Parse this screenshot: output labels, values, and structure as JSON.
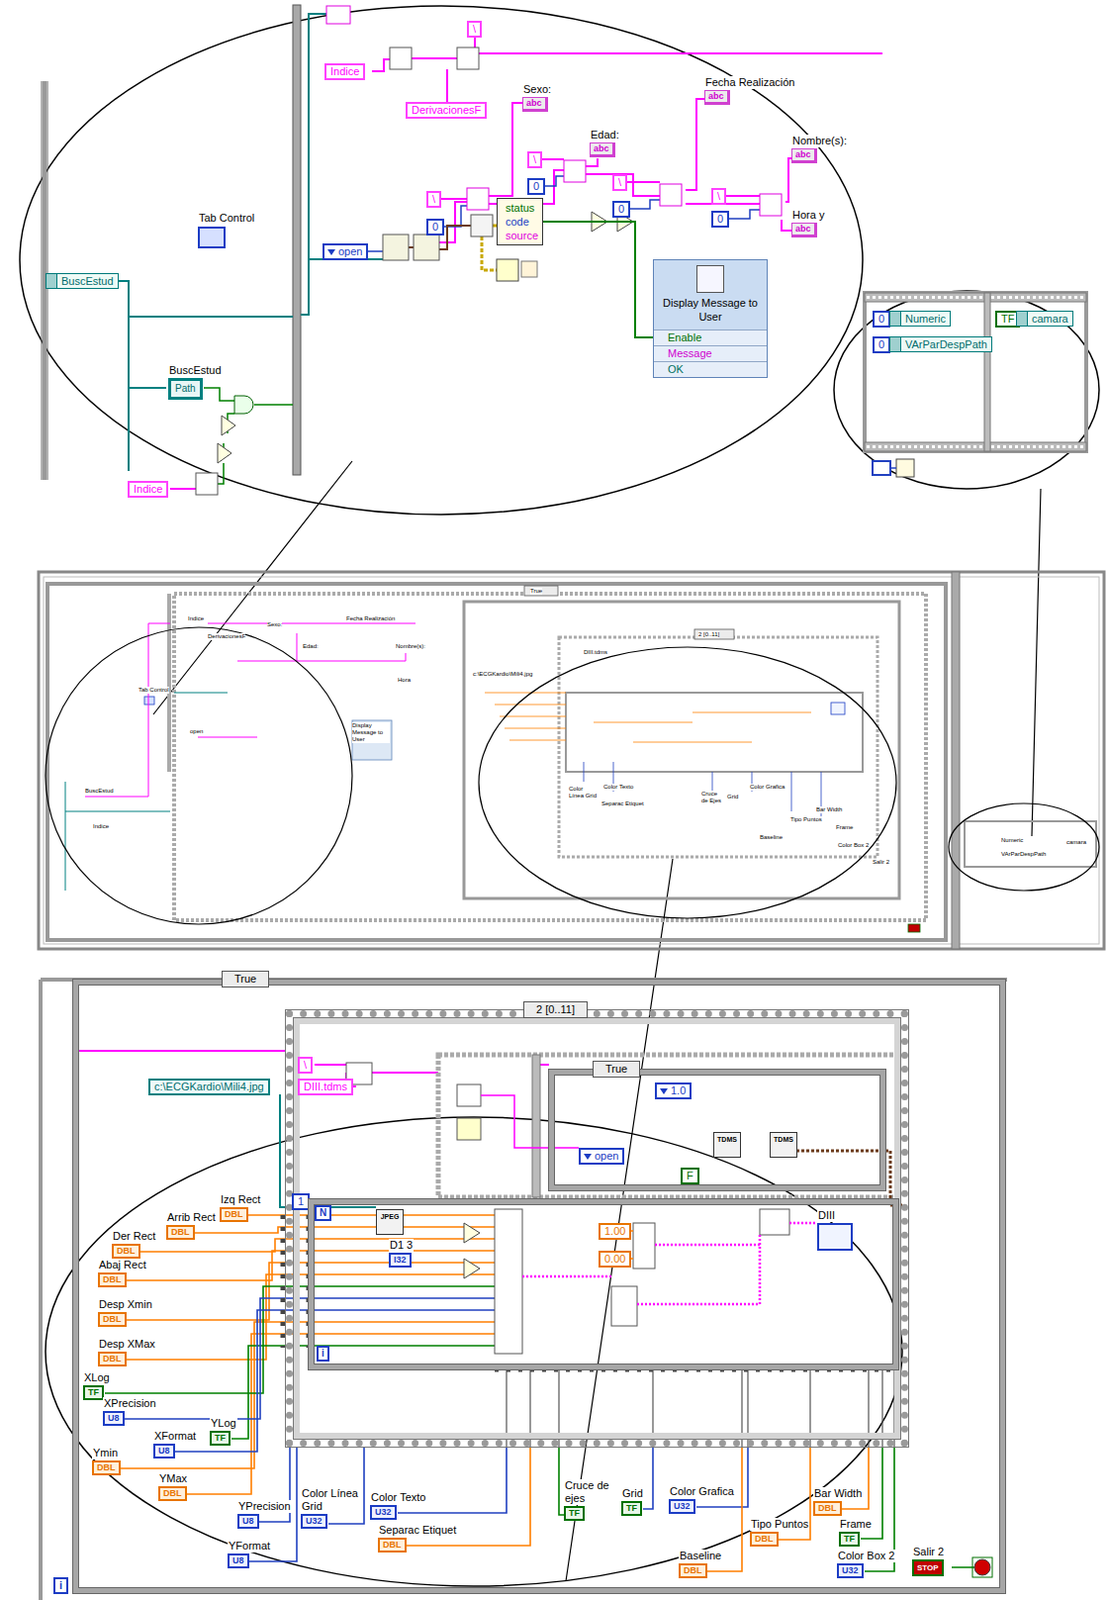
{
  "diagram": {
    "nodes": [
      {
        "text": [
          "Indice"
        ]
      },
      {
        "text": [
          "\\"
        ]
      },
      {
        "text": [
          "DerivacionesF"
        ]
      },
      {
        "text": [
          "Sexo:",
          "abc"
        ]
      },
      {
        "text": [
          "Edad:",
          "abc"
        ]
      },
      {
        "text": [
          "Fecha Realización",
          "abc"
        ]
      },
      {
        "text": [
          "Nombre(s):",
          "abc"
        ]
      },
      {
        "text": [
          "Hora y",
          "abc"
        ]
      },
      {
        "text": [
          "\\"
        ]
      },
      {
        "text": [
          "0"
        ]
      },
      {
        "text": [
          "\\"
        ]
      },
      {
        "text": [
          "0"
        ]
      },
      {
        "text": [
          "\\"
        ]
      },
      {
        "text": [
          "0"
        ]
      },
      {
        "text": [
          "\\"
        ]
      },
      {
        "text": [
          "0"
        ]
      },
      {
        "text": [
          "Tab Control"
        ]
      },
      {
        "text": [
          "BuscEstud"
        ]
      },
      {
        "text": [
          "BuscEstud",
          "Path"
        ]
      },
      {
        "text": [
          "Indice"
        ]
      },
      {
        "text": [
          "open"
        ]
      },
      {
        "text": [
          "status",
          "code",
          "source"
        ]
      },
      {
        "text": [
          "Display Message to User",
          "Enable",
          "Message",
          "OK"
        ]
      },
      {
        "text": [
          "0"
        ]
      },
      {
        "text": [
          "Numeric"
        ]
      },
      {
        "text": [
          "0"
        ]
      },
      {
        "text": [
          "VArParDespPath"
        ]
      },
      {
        "text": [
          "TF"
        ]
      },
      {
        "text": [
          "camara"
        ]
      },
      {
        "text": [
          "i"
        ]
      },
      {
        "text": [
          "True"
        ]
      },
      {
        "text": [
          "2 [0..11]"
        ],
        "in": 30
      },
      {
        "text": [
          "\\"
        ],
        "in": 31
      },
      {
        "text": [
          "DIII.tdms"
        ],
        "in": 31
      },
      {
        "text": [
          "True"
        ],
        "in": 31
      },
      {
        "text": [
          "1.0"
        ],
        "in": 34
      },
      {
        "text": [
          "TDMS"
        ],
        "in": 34
      },
      {
        "text": [
          "TDMS"
        ],
        "in": 34
      },
      {
        "text": [
          "open"
        ],
        "in": 34
      },
      {
        "text": [
          "F"
        ],
        "in": 34
      },
      {
        "text": [
          "1"
        ],
        "in": 31
      },
      {
        "text": [
          "N",
          "i"
        ],
        "in": 31
      },
      {
        "text": [
          "JPEG"
        ],
        "in": 41
      },
      {
        "text": [
          "D1 3",
          "I32"
        ],
        "in": 41
      },
      {
        "text": [
          "1.00"
        ],
        "in": 41
      },
      {
        "text": [
          "0.00"
        ],
        "in": 41
      },
      {
        "text": [
          "DIII"
        ],
        "in": 41
      },
      {
        "text": [
          "c:\\ECGKardio\\Mili4.jpg"
        ],
        "in": 30
      },
      {
        "text": [
          "Izq Rect",
          "DBL"
        ],
        "in": 30
      },
      {
        "text": [
          "Arrib Rect",
          "DBL"
        ],
        "in": 30
      },
      {
        "text": [
          "Der Rect",
          "DBL"
        ],
        "in": 30
      },
      {
        "text": [
          "Abaj Rect",
          "DBL"
        ],
        "in": 30
      },
      {
        "text": [
          "Desp Xmin",
          "DBL"
        ],
        "in": 30
      },
      {
        "text": [
          "Desp XMax",
          "DBL"
        ],
        "in": 30
      },
      {
        "text": [
          "XLog",
          "TF"
        ],
        "in": 30
      },
      {
        "text": [
          "XPrecision",
          "U8"
        ],
        "in": 30
      },
      {
        "text": [
          "XFormat",
          "U8"
        ],
        "in": 30
      },
      {
        "text": [
          "Ymin",
          "DBL"
        ],
        "in": 30
      },
      {
        "text": [
          "YMax",
          "DBL"
        ],
        "in": 30
      },
      {
        "text": [
          "YLog",
          "TF"
        ],
        "in": 30
      },
      {
        "text": [
          "YPrecision",
          "U8"
        ],
        "in": 30
      },
      {
        "text": [
          "YFormat",
          "U8"
        ],
        "in": 30
      },
      {
        "text": [
          "Color Línea Grid",
          "U32"
        ],
        "in": 30
      },
      {
        "text": [
          "Color Texto",
          "U32"
        ],
        "in": 30
      },
      {
        "text": [
          "Separac Etiquet",
          "DBL"
        ],
        "in": 30
      },
      {
        "text": [
          "Cruce de ejes",
          "TF"
        ],
        "in": 30
      },
      {
        "text": [
          "Grid",
          "TF"
        ],
        "in": 30
      },
      {
        "text": [
          "Color Grafica",
          "U32"
        ],
        "in": 30
      },
      {
        "text": [
          "Baseline",
          "DBL"
        ],
        "in": 30
      },
      {
        "text": [
          "Tipo Puntos",
          "DBL"
        ],
        "in": 30
      },
      {
        "text": [
          "Bar Width",
          "DBL"
        ],
        "in": 30
      },
      {
        "text": [
          "Frame",
          "TF"
        ],
        "in": 30
      },
      {
        "text": [
          "Color Box 2",
          "U32"
        ],
        "in": 30
      },
      {
        "text": [
          "Salir 2",
          "STOP"
        ],
        "in": 30
      }
    ],
    "edges": [
      {
        "from": 21,
        "to": 22,
        "arrow": "none"
      },
      {
        "from": 40,
        "to": 41,
        "arrow": "none"
      }
    ],
    "labels": [
      "Indice",
      "DerivacionesF",
      "Sexo:",
      "Edad:",
      "Fecha Realización",
      "Nombre(s):",
      "Hora",
      "Tab Control",
      "open",
      "Display Message to User",
      "BuscEstud",
      "Indice",
      "True",
      "2 [0..11]",
      "DIII.tdms",
      "c:\\ECGKardio\\Mili4.jpg",
      "Color Línea Grid",
      "Color Texto",
      "Separac Etiquet",
      "Cruce de Ejes",
      "Grid",
      "Color Grafica",
      "Tipo Puntos",
      "Baseline",
      "Bar Width",
      "Frame",
      "Color Box 2",
      "Salir 2",
      "Numeric",
      "VArParDespPath",
      "camara"
    ]
  }
}
